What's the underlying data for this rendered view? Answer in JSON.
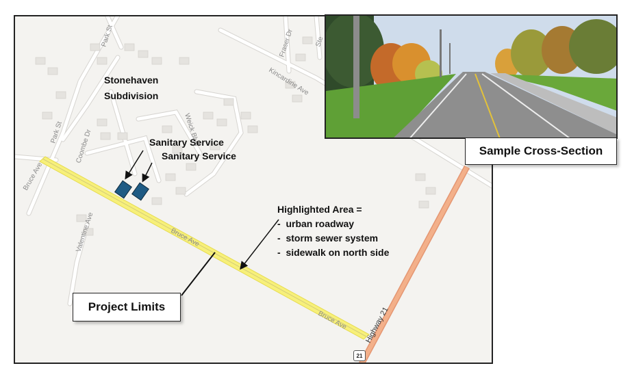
{
  "map": {
    "subdivision": {
      "line1": "Stonehaven",
      "line2": "Subdivision"
    },
    "sanitary_labels": [
      "Sanitary Service",
      "Sanitary Service"
    ],
    "highlighted_area": {
      "heading": "Highlighted Area =",
      "items": [
        "urban roadway",
        "storm sewer system",
        "sidewalk on north side"
      ]
    },
    "project_limits": "Project  Limits",
    "road_names": {
      "park_st_1": "Park St",
      "park_st_2": "Park St",
      "coombe_dr": "Coombe Dr",
      "weick_blvd": "Weick Blvd",
      "fraser_dr": "Fraser Dr",
      "kincardine_ave": "Kincardine Ave",
      "valentine_ave": "Valentine Ave",
      "bruce_ave_1": "Bruce Ave",
      "bruce_ave_2": "Bruce Ave",
      "bruce_ave_3": "Bruce Ave",
      "highway_21": "Highway 21",
      "partial_st": "Ste"
    },
    "highway_shield": "21",
    "colors": {
      "highlight": "#f7f07a",
      "highway": "#f3b08a",
      "sanitary_marker": "#1f5b84"
    }
  },
  "photo": {
    "caption": "Sample Cross-Section"
  }
}
